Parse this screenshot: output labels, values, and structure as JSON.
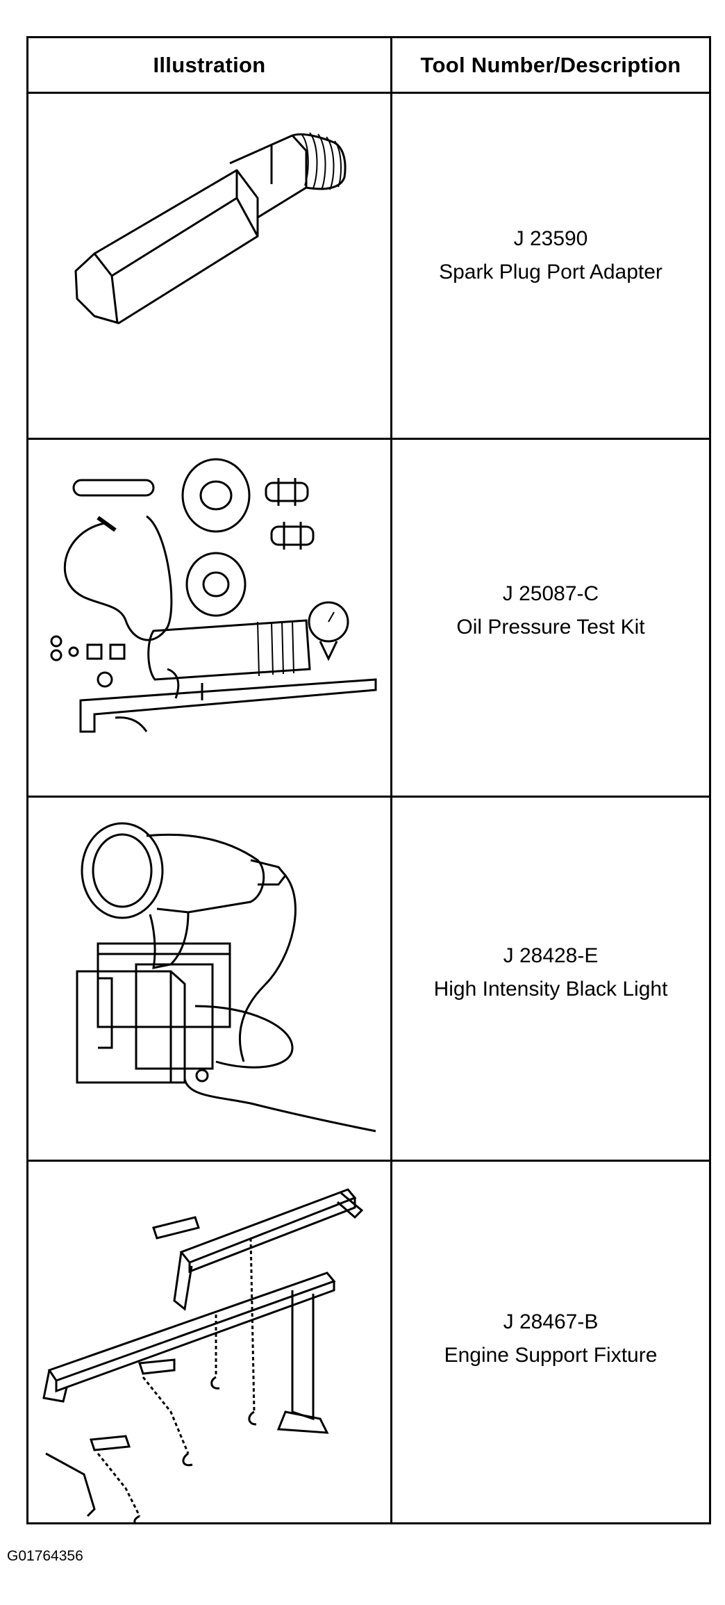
{
  "table": {
    "header": {
      "illustration": "Illustration",
      "tool": "Tool Number/Description"
    },
    "rows": [
      {
        "icon": "spark-plug-port-adapter-icon",
        "number": "J 23590",
        "description": "Spark Plug Port Adapter"
      },
      {
        "icon": "oil-pressure-test-kit-icon",
        "number": "J 25087-C",
        "description": "Oil Pressure Test Kit"
      },
      {
        "icon": "black-light-icon",
        "number": "J 28428-E",
        "description": "High Intensity Black Light"
      },
      {
        "icon": "engine-support-fixture-icon",
        "number": "J 28467-B",
        "description": "Engine Support Fixture"
      }
    ]
  },
  "figure_id": "G01764356"
}
